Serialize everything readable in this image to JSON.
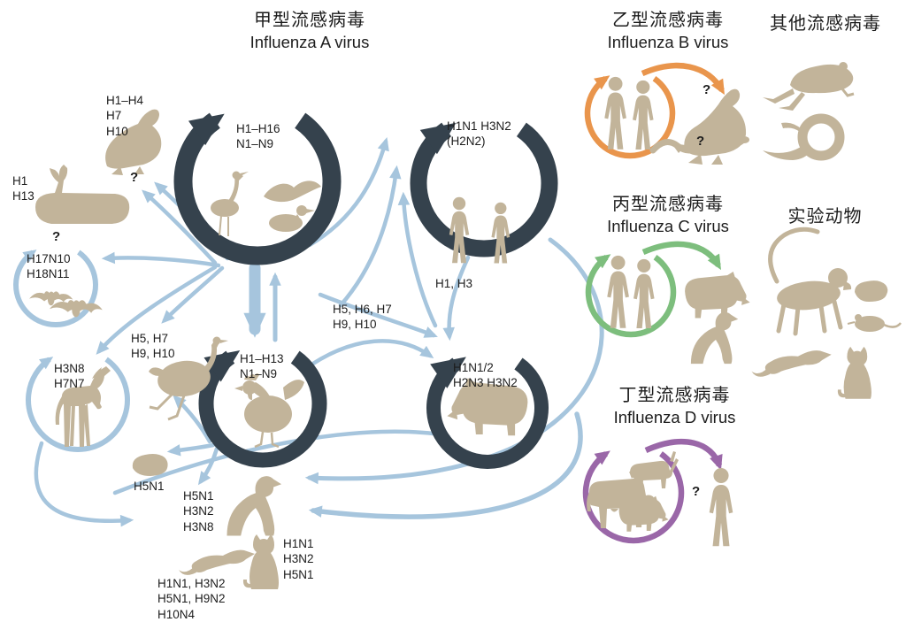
{
  "colors": {
    "dark_ring": "#35424d",
    "blue_arrow": "#a6c5dd",
    "animal_tan": "#c2b49a",
    "orange_ring": "#e9954c",
    "green_ring": "#7dbe7d",
    "purple_ring": "#9a67a8",
    "text": "#1c1c1c"
  },
  "titles": {
    "influenza_a": {
      "zh": "甲型流感病毒",
      "en": "Influenza A virus"
    },
    "influenza_b": {
      "zh": "乙型流感病毒",
      "en": "Influenza B virus"
    },
    "influenza_c": {
      "zh": "丙型流感病毒",
      "en": "Influenza C virus"
    },
    "influenza_d": {
      "zh": "丁型流感病毒",
      "en": "Influenza D virus"
    },
    "other_viruses": {
      "zh": "其他流感病毒"
    },
    "lab_animals": {
      "zh": "实验动物"
    }
  },
  "labels": {
    "wild_birds": "H1–H16\nN1–N9",
    "seal": "H1–H4\nH7\nH10",
    "whale": "H1\nH13",
    "whale_question": "?",
    "bat_question": "?",
    "bats": "H17N10\nH18N11",
    "horse": "H3N8\nH7N7",
    "ostrich": "H5, H7\nH9, H10",
    "poultry": "H1–H13\nN1–N9",
    "human": "H1N1 H3N2\n(H2N2)",
    "swine": "H1N1/2\nH2N3 H3N2",
    "human_swine": "H1, H3",
    "avian_to_human": "H5, H6, H7\nH9, H10",
    "guinea_pig": "H5N1",
    "dog": "H5N1\nH3N2\nH3N8",
    "ferret": "H1N1, H3N2\nH5N1, H9N2\nH10N4",
    "cat": "H1N1\nH3N2\nH5N1",
    "seal_b_question": "?",
    "eel_b_question": "?",
    "human_d_question": "?"
  },
  "hosts": {
    "influenza_a": [
      "wild-birds",
      "human",
      "poultry",
      "swine",
      "bat",
      "horse",
      "seal",
      "whale",
      "ostrich",
      "guinea-pig",
      "dog",
      "cat",
      "ferret"
    ],
    "influenza_b": [
      "human",
      "seal",
      "eel"
    ],
    "influenza_c": [
      "human",
      "swine",
      "dog"
    ],
    "influenza_d": [
      "cattle",
      "goat",
      "swine",
      "human"
    ],
    "other_viruses": [
      "frog",
      "coiled-eel"
    ],
    "lab_animals": [
      "monkey",
      "guinea-pig",
      "mouse",
      "ferret",
      "cat"
    ]
  }
}
